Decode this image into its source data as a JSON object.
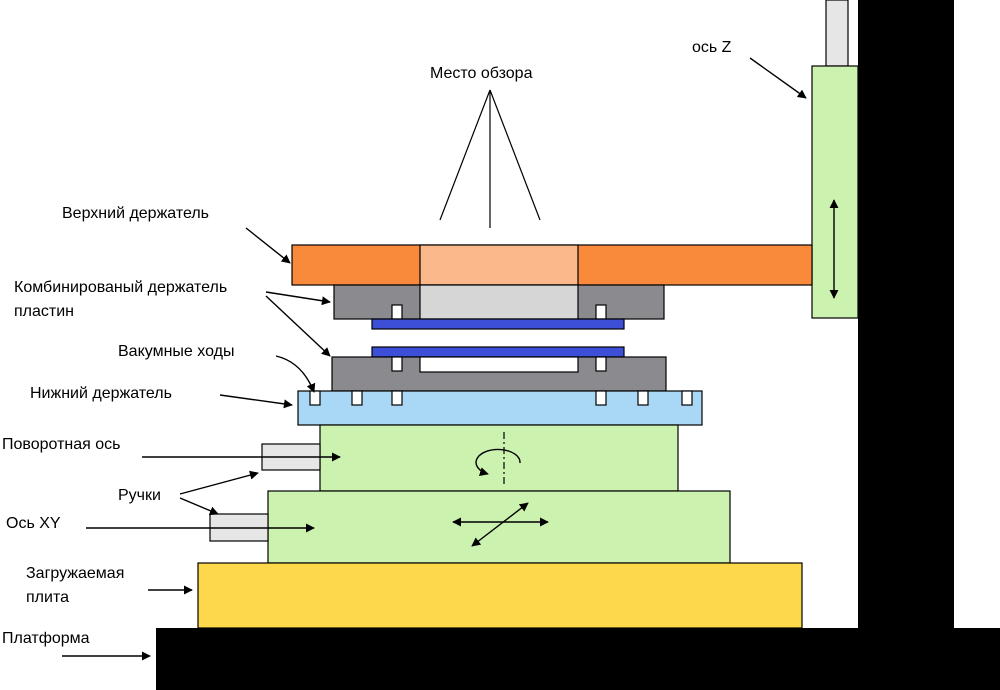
{
  "labels": {
    "view_zone": "Место обзора",
    "z_axis": "ось Z",
    "upper_holder": "Верхний держатель",
    "combined_holder_line1": "Комбинированый держатель",
    "combined_holder_line2": "пластин",
    "vacuum_channels": "Вакумные ходы",
    "lower_holder": "Нижний держатель",
    "rotary_axis": "Поворотная ось",
    "handles": "Ручки",
    "xy_axis": "Ось XY",
    "load_plate_line1": "Загружаемая",
    "load_plate_line2": "плита",
    "platform": "Платформа"
  },
  "colors": {
    "frame": "#000000",
    "upper_holder": "#f98a3c",
    "view_window": "#fbb88a",
    "wafer_holder": "#8a8a8f",
    "window_light": "#d6d6d6",
    "wafer": "#3c4fd6",
    "lower_holder": "#a9d8f6",
    "stage": "#ccf2b0",
    "handle": "#e6e6e6",
    "load_plate": "#fdd84a"
  }
}
